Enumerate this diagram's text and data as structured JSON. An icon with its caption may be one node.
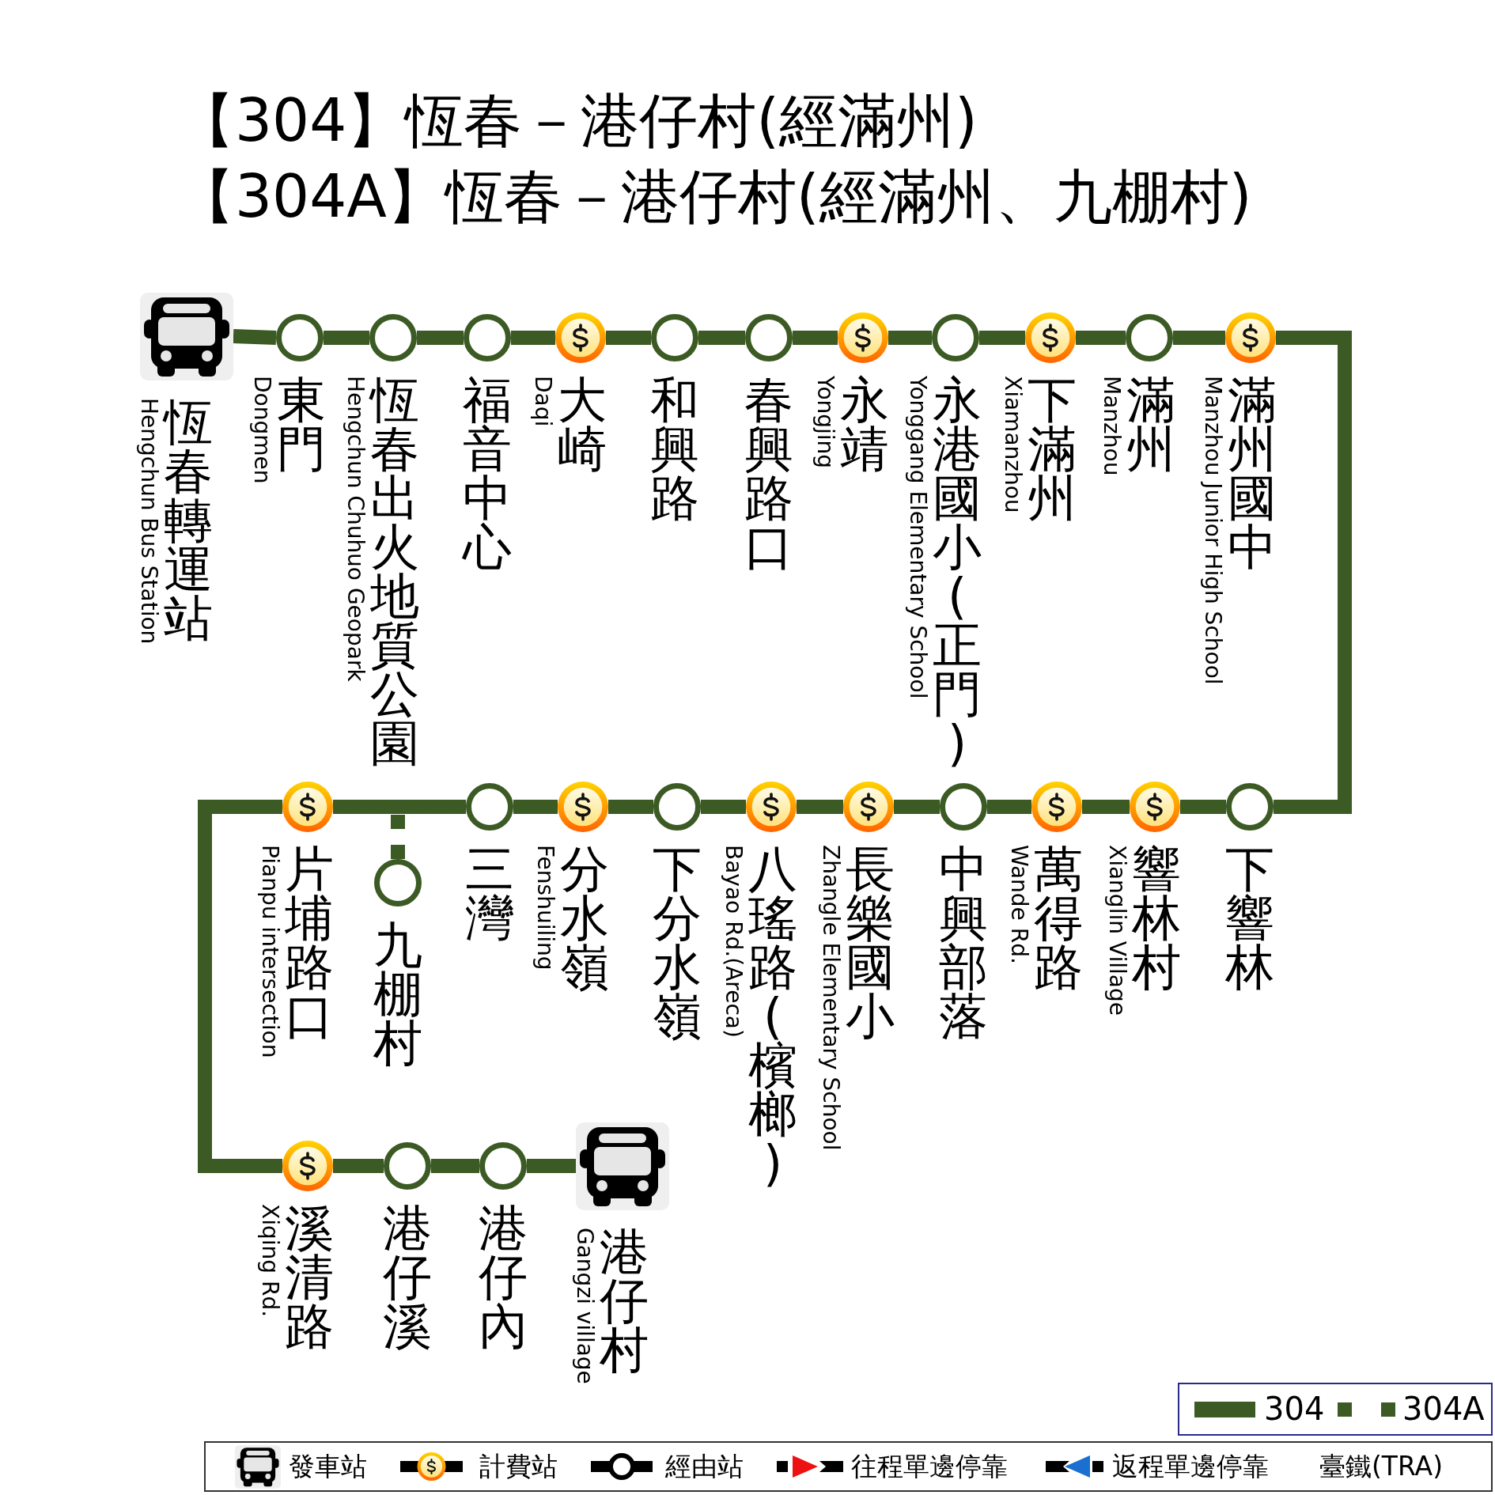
{
  "diagram": {
    "title": "【304】恆春－港仔村(經滿州) 【304A】恆春－港仔村(經滿州、九棚村)",
    "nodes": [
      {
        "text": [],
        "shape": "picture",
        "beside": [
          "恆春轉運站",
          "Hengchun Bus Station"
        ]
      },
      {
        "text": [],
        "shape": "circle",
        "beside": [
          "東門",
          "Dongmen"
        ]
      },
      {
        "text": [],
        "shape": "circle",
        "beside": [
          "恆春出火地質公園",
          "Hengchun Chuhuo Geopark"
        ]
      },
      {
        "text": [],
        "shape": "circle",
        "beside": [
          "福音中心"
        ]
      },
      {
        "text": [],
        "shape": "coin",
        "beside": [
          "大崎",
          "Daqi"
        ]
      },
      {
        "text": [],
        "shape": "circle",
        "beside": [
          "和興路"
        ]
      },
      {
        "text": [],
        "shape": "circle",
        "beside": [
          "春興路口"
        ]
      },
      {
        "text": [],
        "shape": "coin",
        "beside": [
          "永靖",
          "Yongjing"
        ]
      },
      {
        "text": [],
        "shape": "circle",
        "beside": [
          "永港國小(正門)",
          "Yonggang Elementary School"
        ]
      },
      {
        "text": [],
        "shape": "coin",
        "beside": [
          "下滿州",
          "Xiamanzhou"
        ]
      },
      {
        "text": [],
        "shape": "circle",
        "beside": [
          "滿州",
          "Manzhou"
        ]
      },
      {
        "text": [],
        "shape": "coin",
        "beside": [
          "滿州國中",
          "Manzhou Junior High School"
        ]
      },
      {
        "text": [],
        "shape": "circle",
        "beside": [
          "下響林"
        ]
      },
      {
        "text": [],
        "shape": "coin",
        "beside": [
          "響林村",
          "Xianglin Village"
        ]
      },
      {
        "text": [],
        "shape": "coin",
        "beside": [
          "萬得路",
          "Wande Rd."
        ]
      },
      {
        "text": [],
        "shape": "circle",
        "beside": [
          "中興部落"
        ]
      },
      {
        "text": [],
        "shape": "coin",
        "beside": [
          "長樂國小",
          "Zhangle Elementary School"
        ]
      },
      {
        "text": [],
        "shape": "coin",
        "beside": [
          "八瑤路(檳榔)",
          "Bayao Rd.(Areca)"
        ]
      },
      {
        "text": [],
        "shape": "circle",
        "beside": [
          "下分水嶺"
        ]
      },
      {
        "text": [],
        "shape": "coin",
        "beside": [
          "分水嶺",
          "Fenshuiling"
        ]
      },
      {
        "text": [],
        "shape": "circle",
        "beside": [
          "三灣"
        ]
      },
      {
        "text": [],
        "shape": "circle",
        "beside": [
          "九棚村"
        ]
      },
      {
        "text": [],
        "shape": "coin",
        "beside": [
          "片埔路口",
          "Pianpu intersection"
        ]
      },
      {
        "text": [],
        "shape": "coin",
        "beside": [
          "溪清路",
          "Xiqing Rd."
        ]
      },
      {
        "text": [],
        "shape": "circle",
        "beside": [
          "港仔溪"
        ]
      },
      {
        "text": [],
        "shape": "circle",
        "beside": [
          "港仔內"
        ]
      },
      {
        "text": [],
        "shape": "picture",
        "beside": [
          "港仔村",
          "Gangzi village"
        ]
      }
    ],
    "edges": [
      {
        "from": 0,
        "to": 1,
        "arrow": "none"
      },
      {
        "from": 1,
        "to": 2,
        "arrow": "none"
      },
      {
        "from": 2,
        "to": 3,
        "arrow": "none"
      },
      {
        "from": 3,
        "to": 4,
        "arrow": "none"
      },
      {
        "from": 4,
        "to": 5,
        "arrow": "none"
      },
      {
        "from": 5,
        "to": 6,
        "arrow": "none"
      },
      {
        "from": 6,
        "to": 7,
        "arrow": "none"
      },
      {
        "from": 7,
        "to": 8,
        "arrow": "none"
      },
      {
        "from": 8,
        "to": 9,
        "arrow": "none"
      },
      {
        "from": 9,
        "to": 10,
        "arrow": "none"
      },
      {
        "from": 10,
        "to": 11,
        "arrow": "none"
      },
      {
        "from": 11,
        "to": 12,
        "arrow": "none"
      },
      {
        "from": 12,
        "to": 13,
        "arrow": "none"
      },
      {
        "from": 13,
        "to": 14,
        "arrow": "none"
      },
      {
        "from": 14,
        "to": 15,
        "arrow": "none"
      },
      {
        "from": 15,
        "to": 16,
        "arrow": "none"
      },
      {
        "from": 16,
        "to": 17,
        "arrow": "none"
      },
      {
        "from": 17,
        "to": 18,
        "arrow": "none"
      },
      {
        "from": 18,
        "to": 19,
        "arrow": "none"
      },
      {
        "from": 19,
        "to": 20,
        "arrow": "none"
      },
      {
        "from": 20,
        "to": 22,
        "arrow": "none"
      },
      {
        "from": 20,
        "to": 21,
        "arrow": "none",
        "style": "dashed"
      },
      {
        "from": 21,
        "to": 22,
        "arrow": "none",
        "style": "dashed"
      },
      {
        "from": 22,
        "to": 23,
        "arrow": "none"
      },
      {
        "from": 23,
        "to": 24,
        "arrow": "none"
      },
      {
        "from": 24,
        "to": 25,
        "arrow": "none"
      },
      {
        "from": 25,
        "to": 26,
        "arrow": "none"
      }
    ],
    "legend": [
      {
        "text": "304"
      },
      {
        "text": "304A"
      },
      {
        "text": "發車站"
      },
      {
        "text": "計費站"
      },
      {
        "text": "經由站"
      },
      {
        "text": "往程單邊停靠"
      },
      {
        "text": "返程單邊停靠"
      },
      {
        "text": "臺鐵(TRA)"
      }
    ]
  }
}
